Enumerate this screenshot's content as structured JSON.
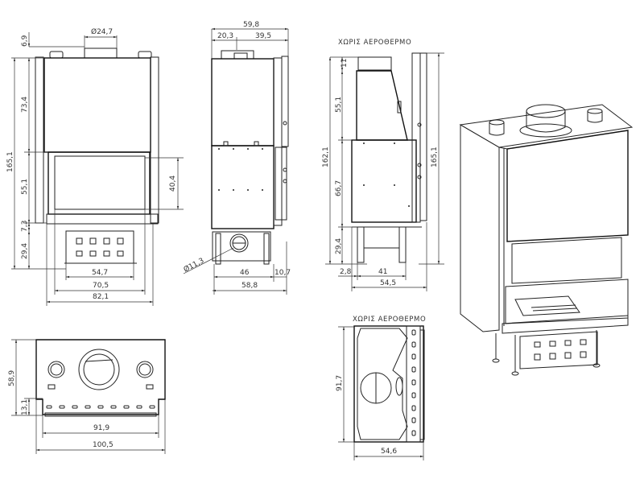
{
  "front_view": {
    "dims": {
      "flue_diameter": "Ø24,7",
      "top_offset": "6,9",
      "upper_height": "73,4",
      "total_height": "165,1",
      "opening_height": "55,1",
      "glass_height": "40,4",
      "frame_height": "7,3",
      "base_height": "29,4",
      "base_width": "54,7",
      "inner_width": "70,5",
      "outer_width": "82,1"
    }
  },
  "side_view": {
    "dims": {
      "total_depth": "59,8",
      "flue_offset": "20,3",
      "rear_depth": "39,5",
      "duct_diameter": "Ø11,3",
      "legs_depth": "46",
      "frame_depth": "10,7",
      "base_depth": "58,8"
    }
  },
  "side_view_no_heater": {
    "title": "ΧΩΡΙΣ ΑΕΡΟΘΕΡΜΟ",
    "dims": {
      "top_small": "11",
      "hood_height": "55,1",
      "body_height": "66,7",
      "total_height": "162,1",
      "overall_height": "165,1",
      "base_height": "29,4",
      "offset": "2,8",
      "legs_depth": "41",
      "depth": "54,5"
    }
  },
  "top_view": {
    "dims": {
      "depth": "58,9",
      "frame_depth": "13,1",
      "inner_width": "91,9",
      "outer_width": "100,5"
    }
  },
  "top_view_no_heater": {
    "title": "ΧΩΡΙΣ ΑΕΡΟΘΕΡΜΟ",
    "dims": {
      "height": "91,7",
      "width": "54,6"
    }
  }
}
